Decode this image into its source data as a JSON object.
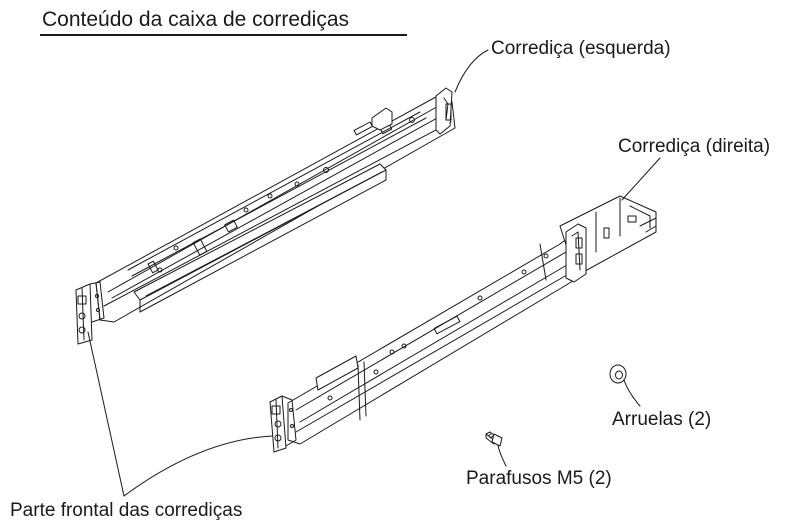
{
  "title": "Conteúdo da caixa de corrediças",
  "labels": {
    "slide_left": "Corrediça (esquerda)",
    "slide_right": "Corrediça (direita)",
    "washers": "Arruelas (2)",
    "screws": "Parafusos M5 (2)",
    "front": "Parte frontal das corrediças"
  }
}
